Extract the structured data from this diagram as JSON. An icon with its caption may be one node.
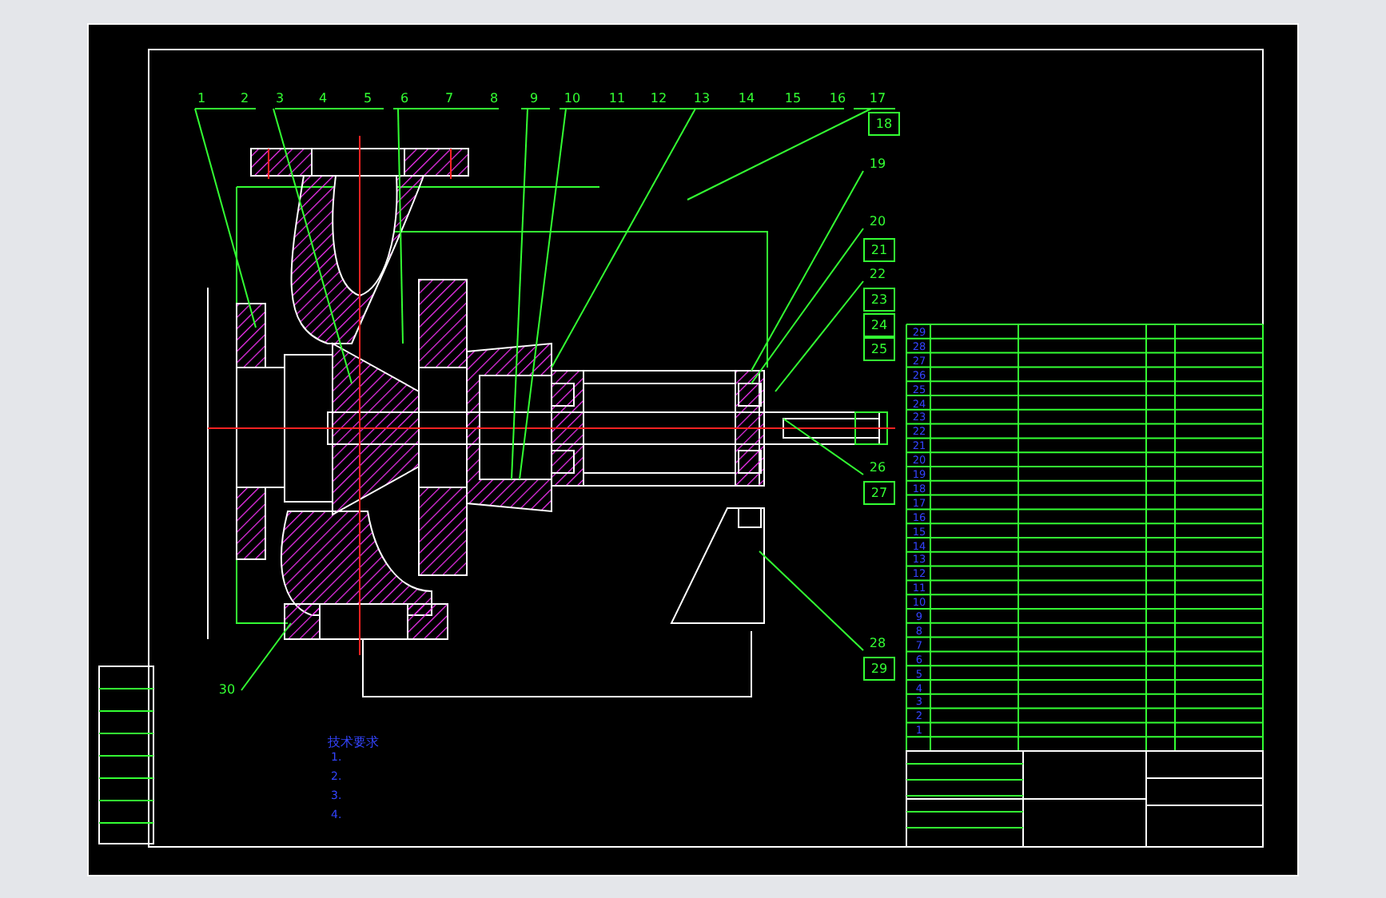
{
  "diagram": {
    "nodes": [
      {
        "text": [
          "1"
        ]
      },
      {
        "text": [
          "2"
        ]
      },
      {
        "text": [
          "3"
        ]
      },
      {
        "text": [
          "4"
        ]
      },
      {
        "text": [
          "5"
        ]
      },
      {
        "text": [
          "6"
        ]
      },
      {
        "text": [
          "7"
        ]
      },
      {
        "text": [
          "8"
        ]
      },
      {
        "text": [
          "9"
        ]
      },
      {
        "text": [
          "10"
        ]
      },
      {
        "text": [
          "11"
        ]
      },
      {
        "text": [
          "12"
        ]
      },
      {
        "text": [
          "13"
        ]
      },
      {
        "text": [
          "14"
        ]
      },
      {
        "text": [
          "15"
        ]
      },
      {
        "text": [
          "16"
        ]
      },
      {
        "text": [
          "17"
        ]
      },
      {
        "text": [
          "18"
        ]
      },
      {
        "text": [
          "19"
        ]
      },
      {
        "text": [
          "20"
        ]
      },
      {
        "text": [
          "21"
        ]
      },
      {
        "text": [
          "22"
        ]
      },
      {
        "text": [
          "23"
        ]
      },
      {
        "text": [
          "24"
        ]
      },
      {
        "text": [
          "25"
        ]
      },
      {
        "text": [
          "26"
        ]
      },
      {
        "text": [
          "27"
        ]
      },
      {
        "text": [
          "28"
        ]
      },
      {
        "text": [
          "29"
        ]
      },
      {
        "text": [
          "30"
        ]
      }
    ],
    "edges": [
      {
        "from": 0,
        "to": null,
        "arrow": "none"
      },
      {
        "from": 2,
        "to": null,
        "arrow": "none"
      },
      {
        "from": 5,
        "to": null,
        "arrow": "none"
      },
      {
        "from": 8,
        "to": null,
        "arrow": "none"
      },
      {
        "from": 9,
        "to": null,
        "arrow": "none"
      },
      {
        "from": 12,
        "to": null,
        "arrow": "none"
      },
      {
        "from": 16,
        "to": null,
        "arrow": "none"
      },
      {
        "from": 18,
        "to": null,
        "arrow": "none"
      },
      {
        "from": 19,
        "to": null,
        "arrow": "none"
      },
      {
        "from": 21,
        "to": null,
        "arrow": "none"
      },
      {
        "from": 25,
        "to": null,
        "arrow": "none"
      },
      {
        "from": 27,
        "to": null,
        "arrow": "none"
      },
      {
        "from": 29,
        "to": null,
        "arrow": "none"
      }
    ],
    "labels": [
      "技术要求",
      "1.",
      "2.",
      "3.",
      "4.",
      "29",
      "28",
      "27",
      "26",
      "25",
      "24",
      "23",
      "22",
      "21",
      "20",
      "19",
      "18",
      "17",
      "16",
      "15",
      "14",
      "13",
      "12",
      "11",
      "10",
      "9",
      "8",
      "7",
      "6",
      "5",
      "4",
      "3",
      "2",
      "1"
    ]
  }
}
